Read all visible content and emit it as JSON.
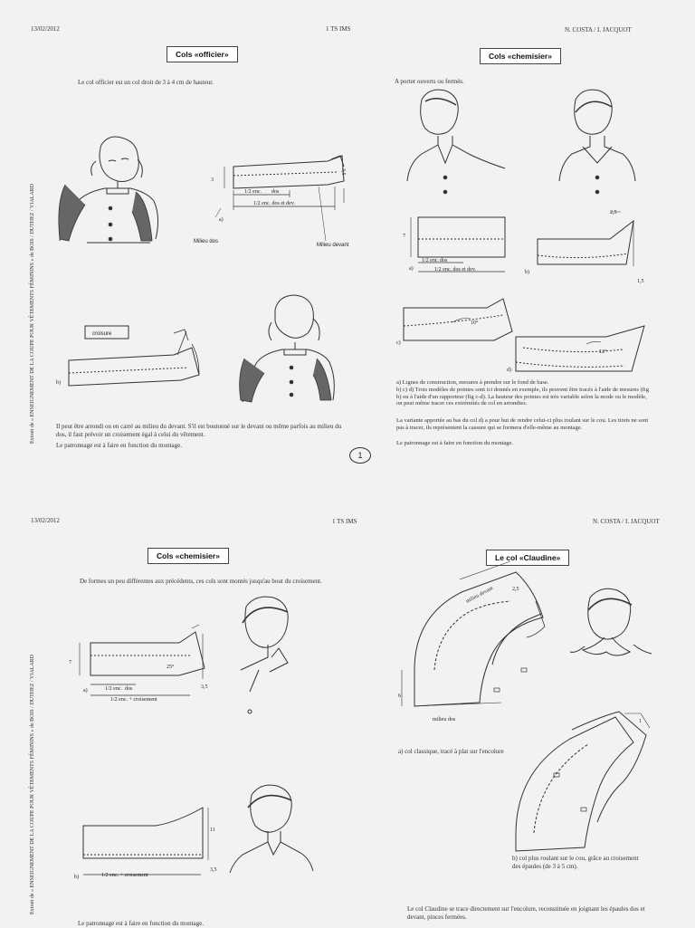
{
  "top_page": {
    "date": "13/02/2012",
    "class": "1 TS IMS",
    "authors": "N. COSTA / I. JACQUOT",
    "side_text": "Extrait de « ENSEIGNEMENT DE LA COUPE POUR VÊTEMENTS FÉMININS » de BOIS / DUTHEZ / VIALARD",
    "page_number": "1",
    "officier": {
      "title": "Cols «officier»",
      "intro": "Le col officier est un col droit de 3 à 4 cm de hauteur.",
      "labels": {
        "a": "a)",
        "b": "b)",
        "h3": "3",
        "h35": "3,5",
        "enc_dos": "1/2 enc.",
        "dos": "dos",
        "enc_dos_dev": "1/2 enc. dos et dev.",
        "milieu_dos": "Milieu dos",
        "milieu_devant": "Milieu devant",
        "croisure": "croisure"
      },
      "body": "Il peut être arrondi ou en carré au milieu du devant. S'il est boutonné sur le devant ou même parfois au milieu du dos, il faut prévoir un croisement égal à celui du vêtement.",
      "footer": "Le patronnage est à faire en fonction du montage."
    },
    "chemisier": {
      "title": "Cols «chemisier»",
      "intro": "A porter ouverts ou fermés.",
      "labels": {
        "a": "a)",
        "b": "b)",
        "c": "c)",
        "d": "d)",
        "h7": "7",
        "h25": "2,5",
        "h15": "1,5",
        "enc": "1/2 enc.",
        "dos": "dos",
        "enc_dos_dev": "1/2 enc. dos et dev.",
        "deg10": "10°",
        "deg12": "12°"
      },
      "note_a": "a) Lignes de construction, mesures à prendre sur le fond de base.",
      "note_b": "b) c) d) Trois modèles de pointes sont ici donnés en exemple, ils peuvent être tracés à l'aide de mesures (fig b) ou à l'aide d'un rapporteur (fig c-d). La hauteur des pointes est très variable selon la mode ou le modèle, on peut même tracer ces extrémités de col en arrondies.",
      "note_c": "La variante apportée au bas du col d) a pour but de rendre celui-ci plus roulant sur le cou. Les tirets ne sont pas à tracer, ils représentent la cassure qui se formera d'elle-même au montage.",
      "footer": "Le patronnage est à faire en fonction du montage."
    }
  },
  "bottom_page": {
    "date": "13/02/2012",
    "class": "1 TS IMS",
    "authors": "N. COSTA / I. JACQUOT",
    "side_text": "Extrait de « ENSEIGNEMENT DE LA COUPE POUR VÊTEMENTS FÉMININS » de BOIS / DUTHEZ / VIALARD",
    "chemisier2": {
      "title": "Cols «chemisier»",
      "intro": "De formes un peu différentes aux précédents, ces cols sont montés jusqu'au bout du croisement.",
      "labels": {
        "a": "a)",
        "b": "b)",
        "h7": "7",
        "h35": "3,5",
        "h11": "11",
        "deg25": "25°",
        "enc_dos": "1/2 enc.",
        "dos": "dos",
        "enc_crois": "1/2 enc. + croisement"
      },
      "footer": "Le patronnage est à faire en fonction du montage."
    },
    "claudine": {
      "title": "Le col «Claudine»",
      "labels": {
        "milieu_devant": "milieu devant",
        "milieu_dos": "milieu dos",
        "h25": "2,5",
        "h6": "6",
        "h1": "1"
      },
      "caption_a": "a) col classique, tracé à plat sur l'encolure",
      "caption_b": "b) col plus roulant sur le cou, grâce au croisement des épaules (de 3 à 5 cm).",
      "footer": "Le col Claudine se trace directement sur l'encolure, reconstituée en joignant les épaules dos et devant, pinces fermées."
    }
  }
}
